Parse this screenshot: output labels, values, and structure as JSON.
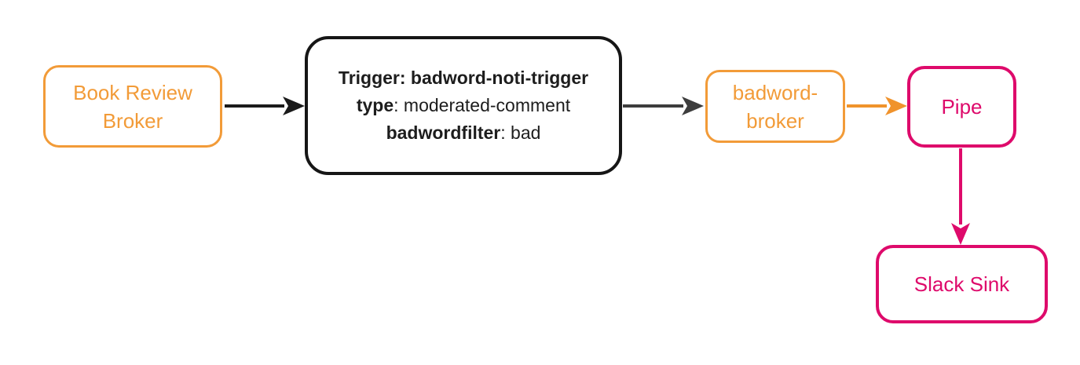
{
  "diagram": {
    "background": "#ffffff",
    "colors": {
      "orange": "#F29B38",
      "orange_arrow": "#F0932C",
      "pink": "#DE0A6B",
      "black_border": "#161616",
      "arrow_black": "#1A1A1A",
      "arrow_gray": "#3D3D3D"
    },
    "nodes": {
      "book_review_broker": {
        "line1": "Book Review",
        "line2": "Broker"
      },
      "trigger": {
        "line1_bold": "Trigger: badword-noti-trigger",
        "line2_bold": "type",
        "line2_rest": ": moderated-comment",
        "line3_bold": "badwordfilter",
        "line3_rest": ": bad"
      },
      "badword_broker": {
        "line1": "badword-",
        "line2": "broker"
      },
      "pipe": {
        "label": "Pipe"
      },
      "slack_sink": {
        "label": "Slack Sink"
      }
    },
    "arrows": [
      {
        "from": "book-review-broker",
        "to": "trigger",
        "color": "#1A1A1A"
      },
      {
        "from": "trigger",
        "to": "badword-broker",
        "color": "#3D3D3D"
      },
      {
        "from": "badword-broker",
        "to": "pipe",
        "color": "#F0932C"
      },
      {
        "from": "pipe",
        "to": "slack-sink",
        "color": "#DE0A6B"
      }
    ]
  }
}
